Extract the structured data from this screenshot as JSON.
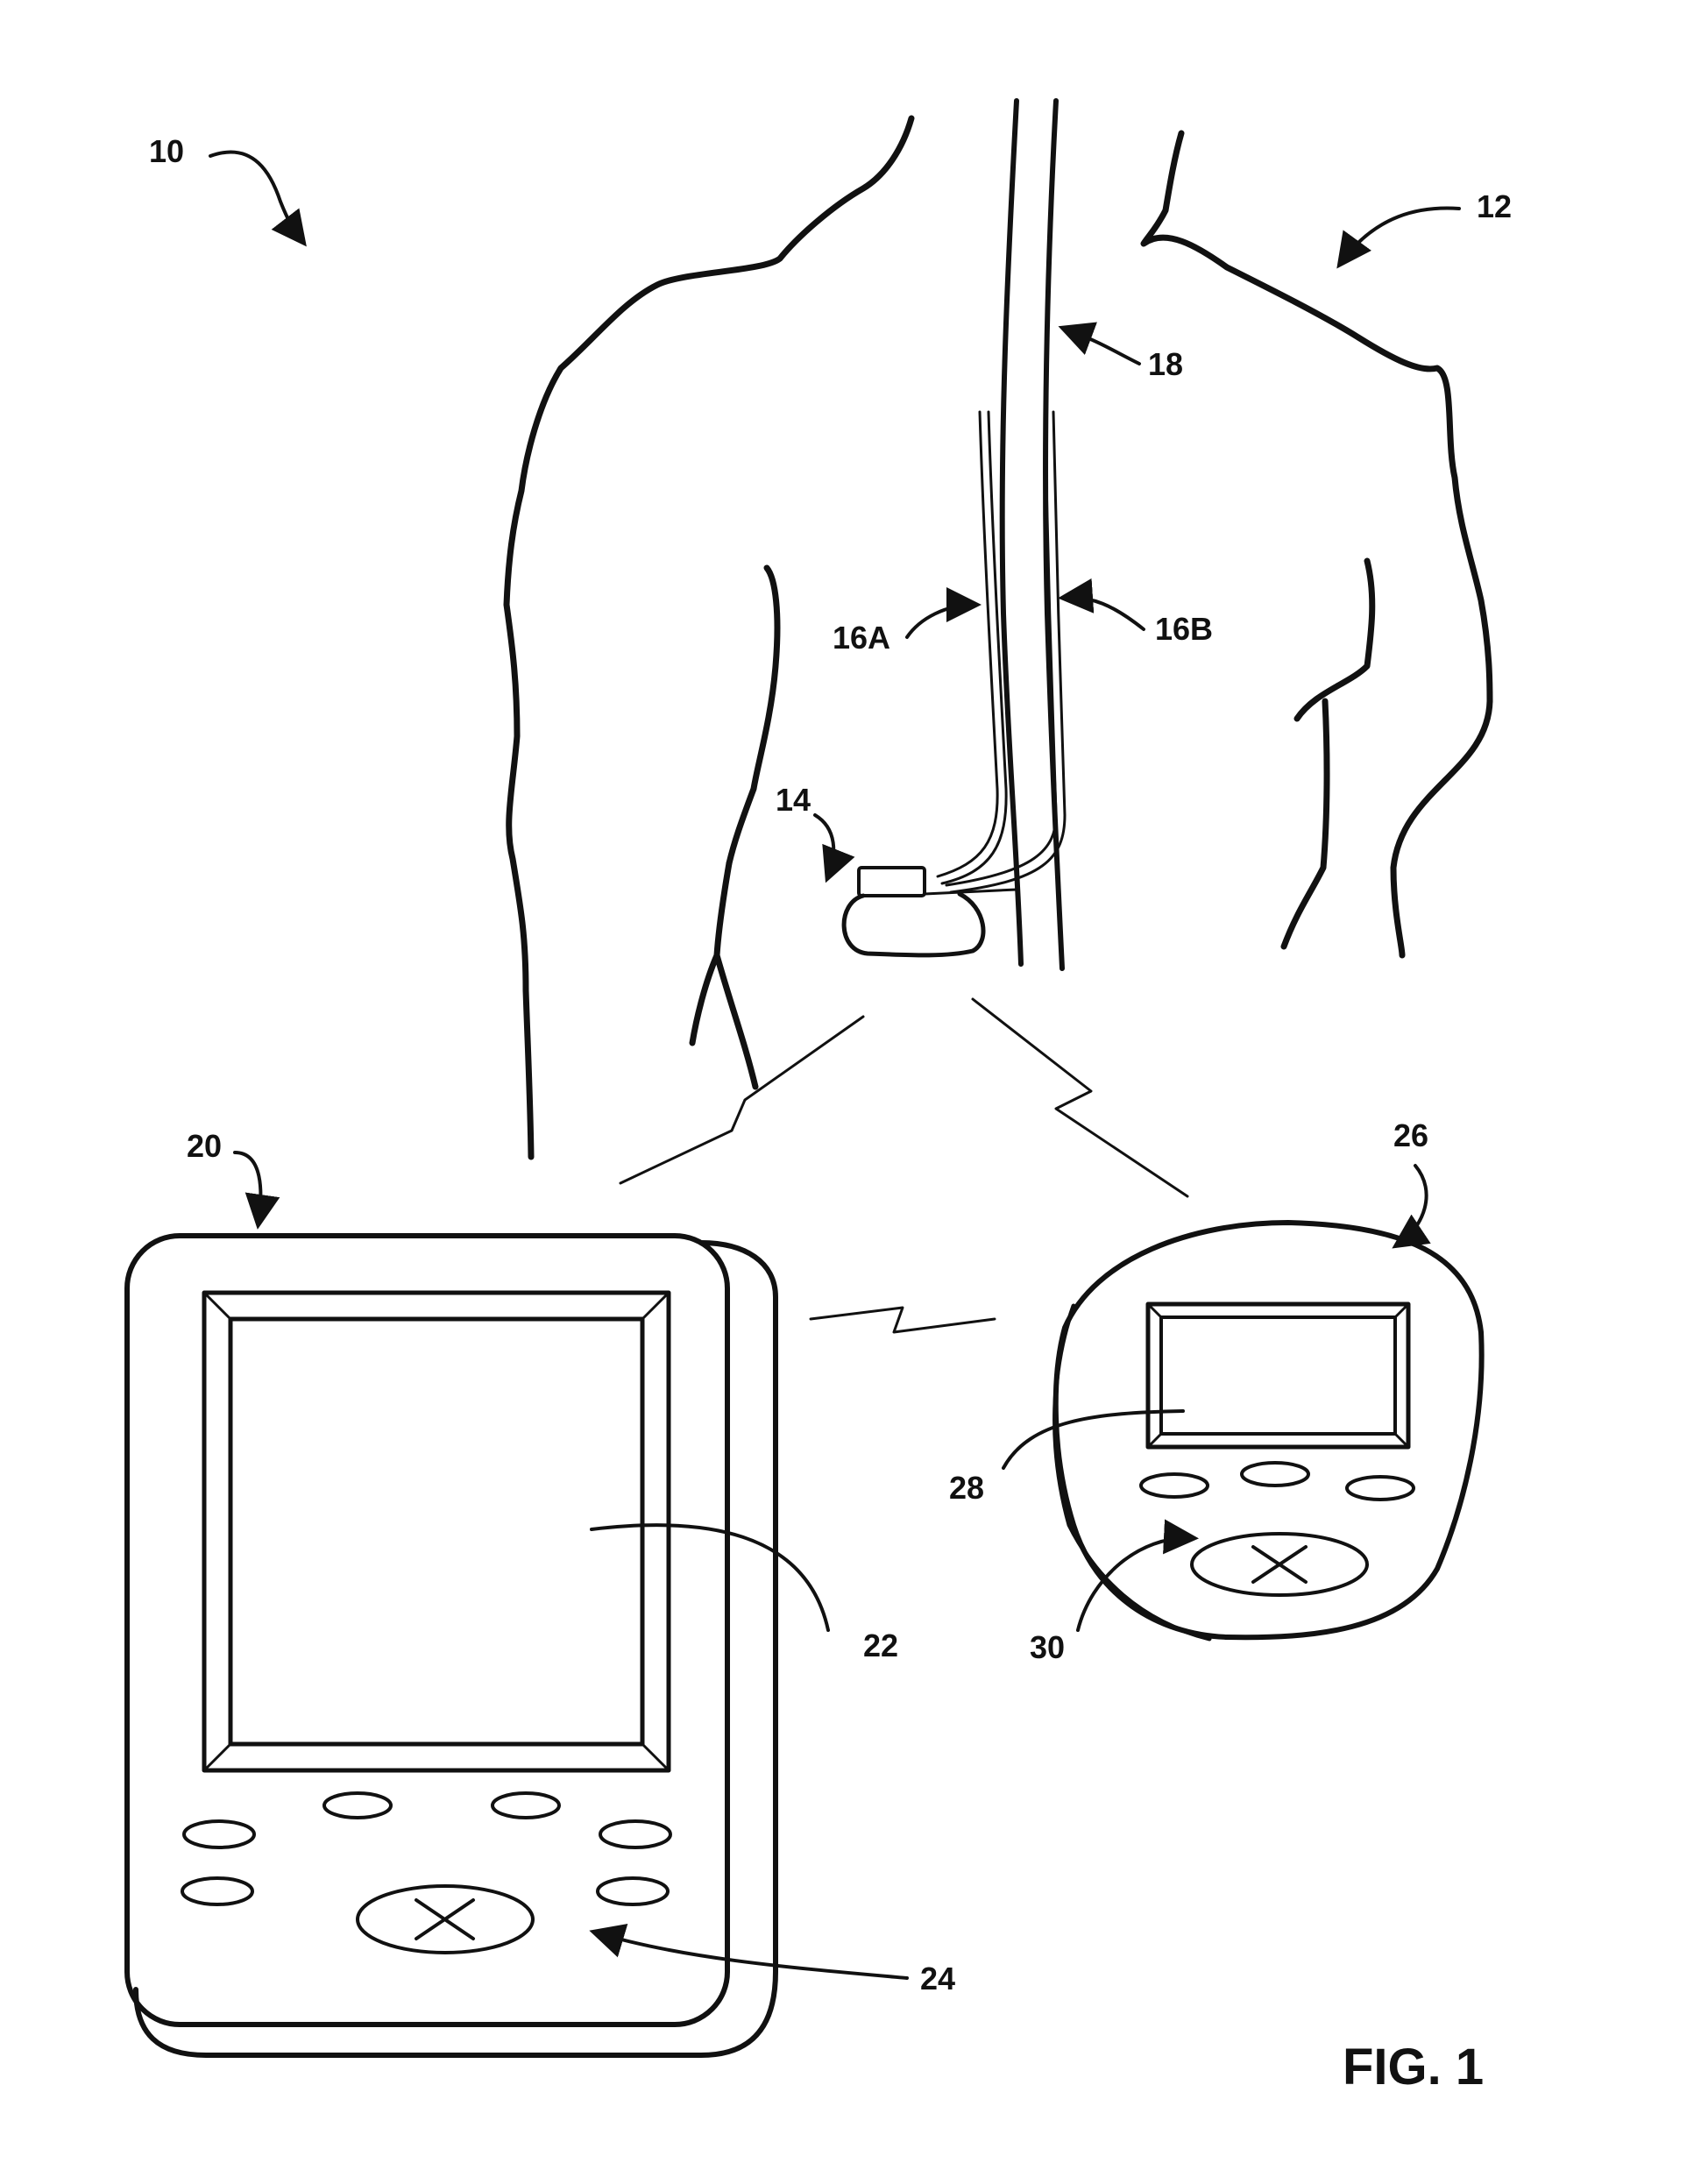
{
  "figure": {
    "title": "FIG. 1",
    "labels": {
      "system": "10",
      "patient": "12",
      "stimulator": "14",
      "lead_a": "16A",
      "lead_b": "16B",
      "spinal_cord": "18",
      "clinician_programmer": "20",
      "clinician_display": "22",
      "clinician_keypad": "24",
      "patient_programmer": "26",
      "patient_display": "28",
      "patient_keypad": "30"
    }
  },
  "colors": {
    "ink": "#111111",
    "background": "#ffffff"
  }
}
